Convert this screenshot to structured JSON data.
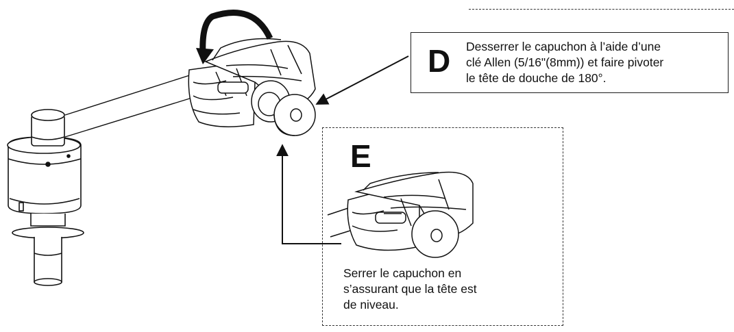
{
  "step_d": {
    "letter": "D",
    "lines": [
      "Desserrer le capuchon à l’aide d’une",
      "clé Allen (5/16\"(8mm)) et faire pivoter",
      "le tête de douche de 180°."
    ]
  },
  "step_e": {
    "letter": "E",
    "lines": [
      "Serrer le capuchon en",
      "s’assurant que la tête est",
      "de niveau."
    ]
  }
}
